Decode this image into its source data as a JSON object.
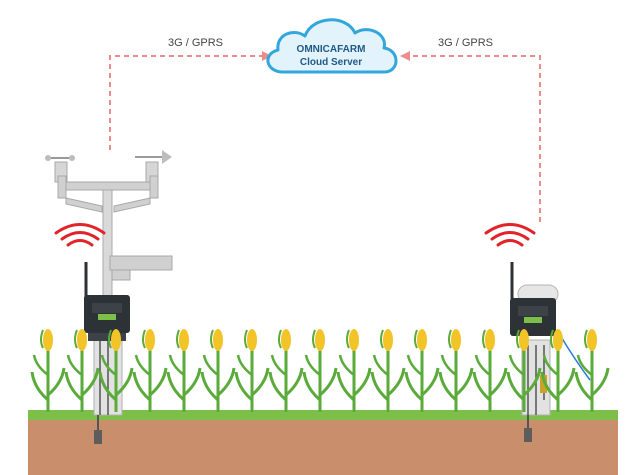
{
  "cloud": {
    "title": "OMNICAFARM",
    "subtitle": "Cloud Server"
  },
  "links": {
    "left_label": "3G / GPRS",
    "right_label": "3G / GPRS"
  },
  "colors": {
    "cloud_fill": "#e3f3fb",
    "cloud_stroke": "#33a7dc",
    "cloud_text": "#1d5a86",
    "dash_line": "#ec8c8c",
    "signal": "#e0242a",
    "soil": "#c98f6d",
    "grass": "#7cc04a",
    "corn_stalk": "#5aab3a",
    "corn_ear": "#f3c428",
    "station_metal": "#cfcfcf",
    "logger_box": "#2d3236"
  },
  "icons": [
    "cloud-icon",
    "wifi-signal-icon",
    "weather-station-icon",
    "data-logger-icon",
    "corn-plant-icon",
    "soil-probe-icon"
  ]
}
